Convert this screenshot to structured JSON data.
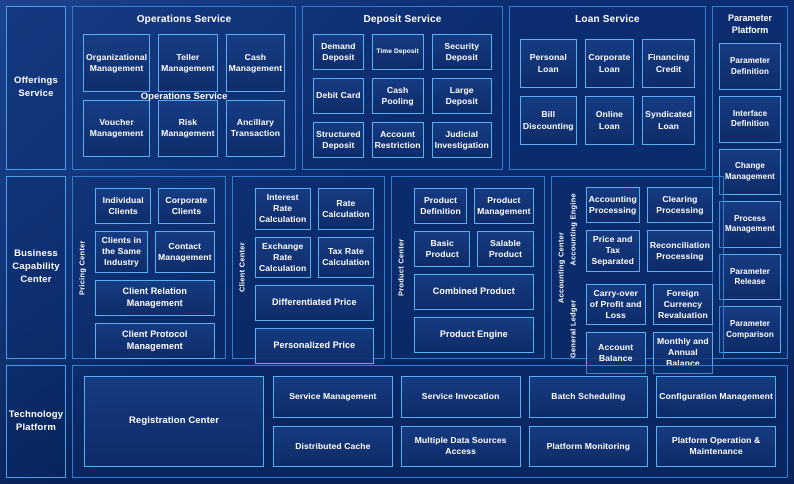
{
  "bands": [
    {
      "label": "Offerings Service"
    },
    {
      "label": "Business Capability Center"
    },
    {
      "label": "Technology Platform"
    }
  ],
  "offerings": {
    "operations": {
      "title": "Operations Service",
      "overlap_title": "Operations Service",
      "items": [
        "Organizational Management",
        "Teller Management",
        "Cash Management",
        "Voucher Management",
        "Risk Management",
        "Ancillary Transaction"
      ]
    },
    "deposit": {
      "title": "Deposit Service",
      "items": [
        "Demand Deposit",
        "Time Deposit",
        "Security Deposit",
        "Debit Card",
        "Cash Pooling",
        "Large Deposit",
        "Structured Deposit",
        "Account Restriction",
        "Judicial Investigation"
      ],
      "small_items": [
        "Time Deposit"
      ]
    },
    "loan": {
      "title": "Loan Service",
      "items": [
        "Personal Loan",
        "Corporate Loan",
        "Financing Credit",
        "Bill Discounting",
        "Online Loan",
        "Syndicated Loan"
      ]
    },
    "parameter_platform": {
      "title": "Parameter Platform",
      "items": [
        "Parameter Definition",
        "Interface Definition",
        "Change Management",
        "Process Management",
        "Parameter Release",
        "Parameter Comparison"
      ]
    }
  },
  "business": {
    "client_center": {
      "vlabel": "Pricing Center",
      "pair1": [
        "Individual Clients",
        "Corporate Clients"
      ],
      "pair2": [
        "Clients in the Same Industry",
        "Contact Management"
      ],
      "wide1": "Client Relation Management",
      "wide2": "Client Protocol Management"
    },
    "pricing_center": {
      "vlabel": "Client Center",
      "pair1": [
        "Interest Rate Calculation",
        "Rate Calculation"
      ],
      "pair2": [
        "Exchange Rate Calculation",
        "Tax Rate Calculation"
      ],
      "wide1": "Differentiated Price",
      "wide2": "Personalized Price"
    },
    "product_center": {
      "vlabel": "Product Center",
      "pair1": [
        "Product Definition",
        "Product Management"
      ],
      "pair2": [
        "Basic Product",
        "Salable Product"
      ],
      "wide1": "Combined Product",
      "wide2": "Product Engine"
    },
    "accounting_center": {
      "vlabel": "Accounting Center",
      "engine": {
        "vlabel": "Accounting Engine",
        "items": [
          "Accounting Processing",
          "Clearing Processing",
          "Price and Tax Separated",
          "Reconciliation Processing"
        ]
      },
      "ledger": {
        "vlabel": "General Ledger",
        "items": [
          "Carry-over of Profit and Loss",
          "Foreign Currency Revaluation",
          "Account Balance",
          "Monthly and Annual Balance"
        ]
      }
    }
  },
  "technology": {
    "registration": "Registration Center",
    "items": [
      "Service Management",
      "Service Invocation",
      "Batch Scheduling",
      "Configuration Management",
      "Distributed Cache",
      "Multiple Data Sources Access",
      "Platform Monitoring",
      "Platform Operation & Maintenance"
    ]
  },
  "colors": {
    "background": "#0a2a6b",
    "panel_border": "#2f7fd0",
    "cell_border": "#59b0f0",
    "band_border": "#4a9fe8",
    "text": "#ffffff"
  }
}
